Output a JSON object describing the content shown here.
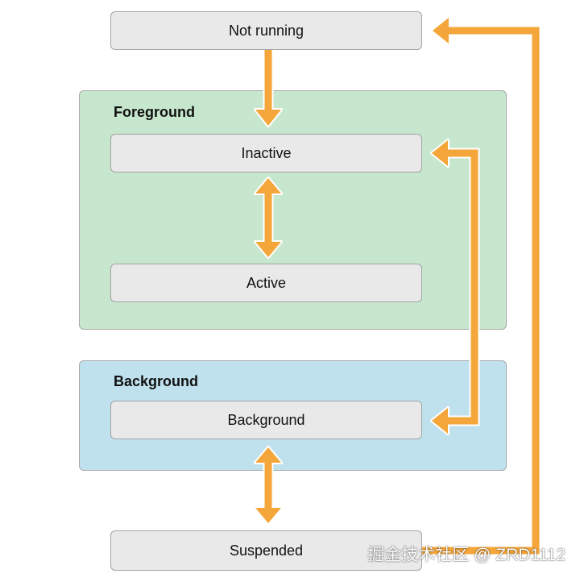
{
  "colors": {
    "foreground_fill": "#c6e6cd",
    "background_fill": "#bfe1ee",
    "state_fill": "#e9e9e9",
    "arrow": "#f5a63a",
    "arrow_outline": "#ffffff"
  },
  "groups": {
    "foreground": {
      "title": "Foreground"
    },
    "background": {
      "title": "Background"
    }
  },
  "states": {
    "not_running": "Not running",
    "inactive": "Inactive",
    "active": "Active",
    "background": "Background",
    "suspended": "Suspended"
  },
  "watermark": "掘金技术社区 @ ZRD1112"
}
